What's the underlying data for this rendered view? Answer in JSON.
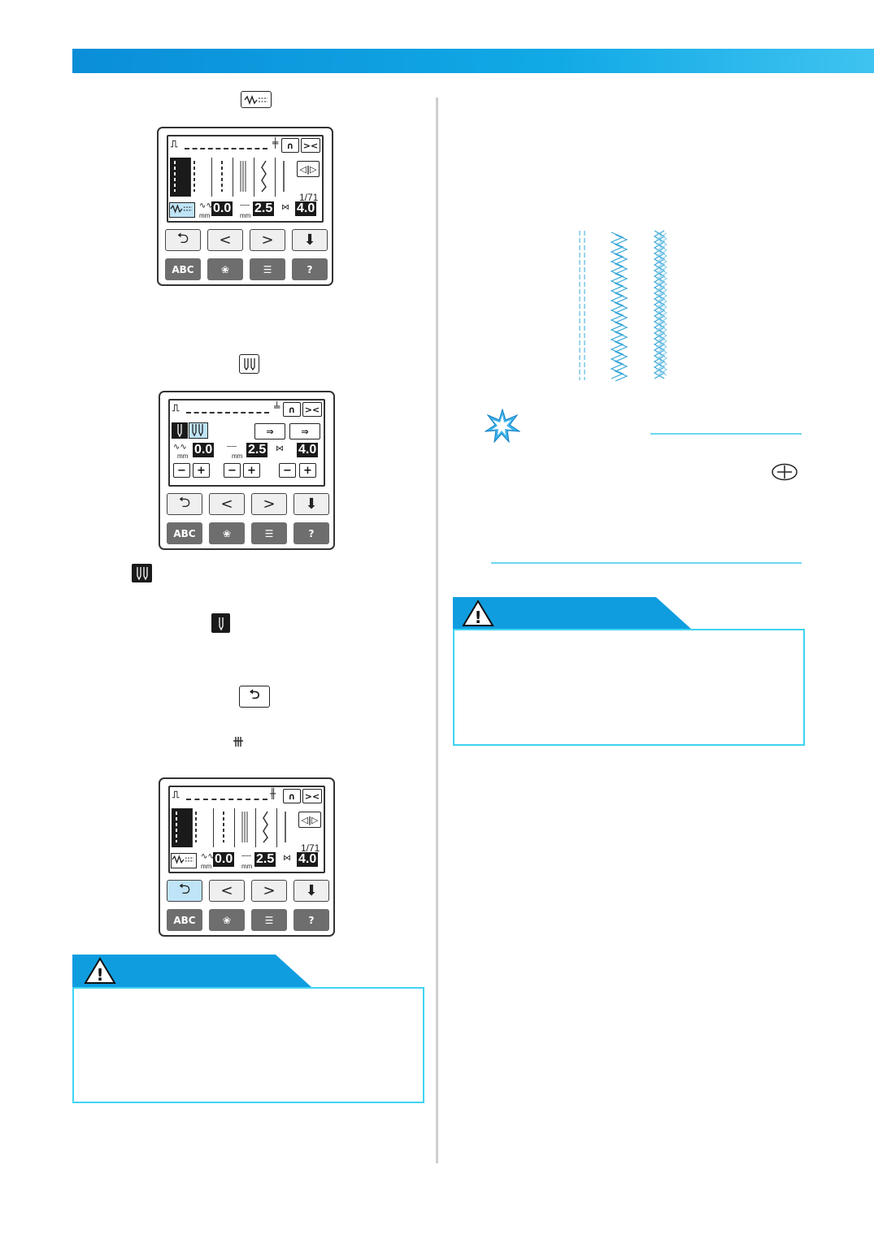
{
  "colors": {
    "header_bar": "#0a8ed8",
    "accent": "#0f9de0",
    "warning_border": "#3fd3f3",
    "highlight": "#bfe4f7",
    "stitch": "#3aa8d8"
  },
  "inline_icons": {
    "utility_stitch_key": "utility-stitch-icon",
    "twin_needle_key": "twin-needle-icon",
    "twin_needle_selected": "twin-needle-selected-icon",
    "single_needle_selected": "single-needle-selected-icon",
    "back_key": "back-arrow-icon",
    "twin_needle_indicator": "twin-needle-indicator-icon",
    "needle_position_key": "needle-position-icon"
  },
  "panel1": {
    "page": "1/71",
    "zigzag_width": "0.0",
    "length": "2.5",
    "tension": "4.0",
    "unit": "mm"
  },
  "panel2": {
    "zigzag_width": "0.0",
    "length": "2.5",
    "tension": "4.0",
    "unit": "mm",
    "minus": "−",
    "plus": "+"
  },
  "panel3": {
    "page": "1/71",
    "zigzag_width": "0.0",
    "length": "2.5",
    "tension": "4.0",
    "unit": "mm"
  },
  "nav": {
    "back": "⮌",
    "prev": "<",
    "next": ">",
    "memory": "⬇"
  },
  "func": {
    "patterns": "ABC",
    "embroidery": "❀",
    "settings": "☰",
    "help": "?"
  },
  "warnings": {
    "symbol": "!"
  }
}
